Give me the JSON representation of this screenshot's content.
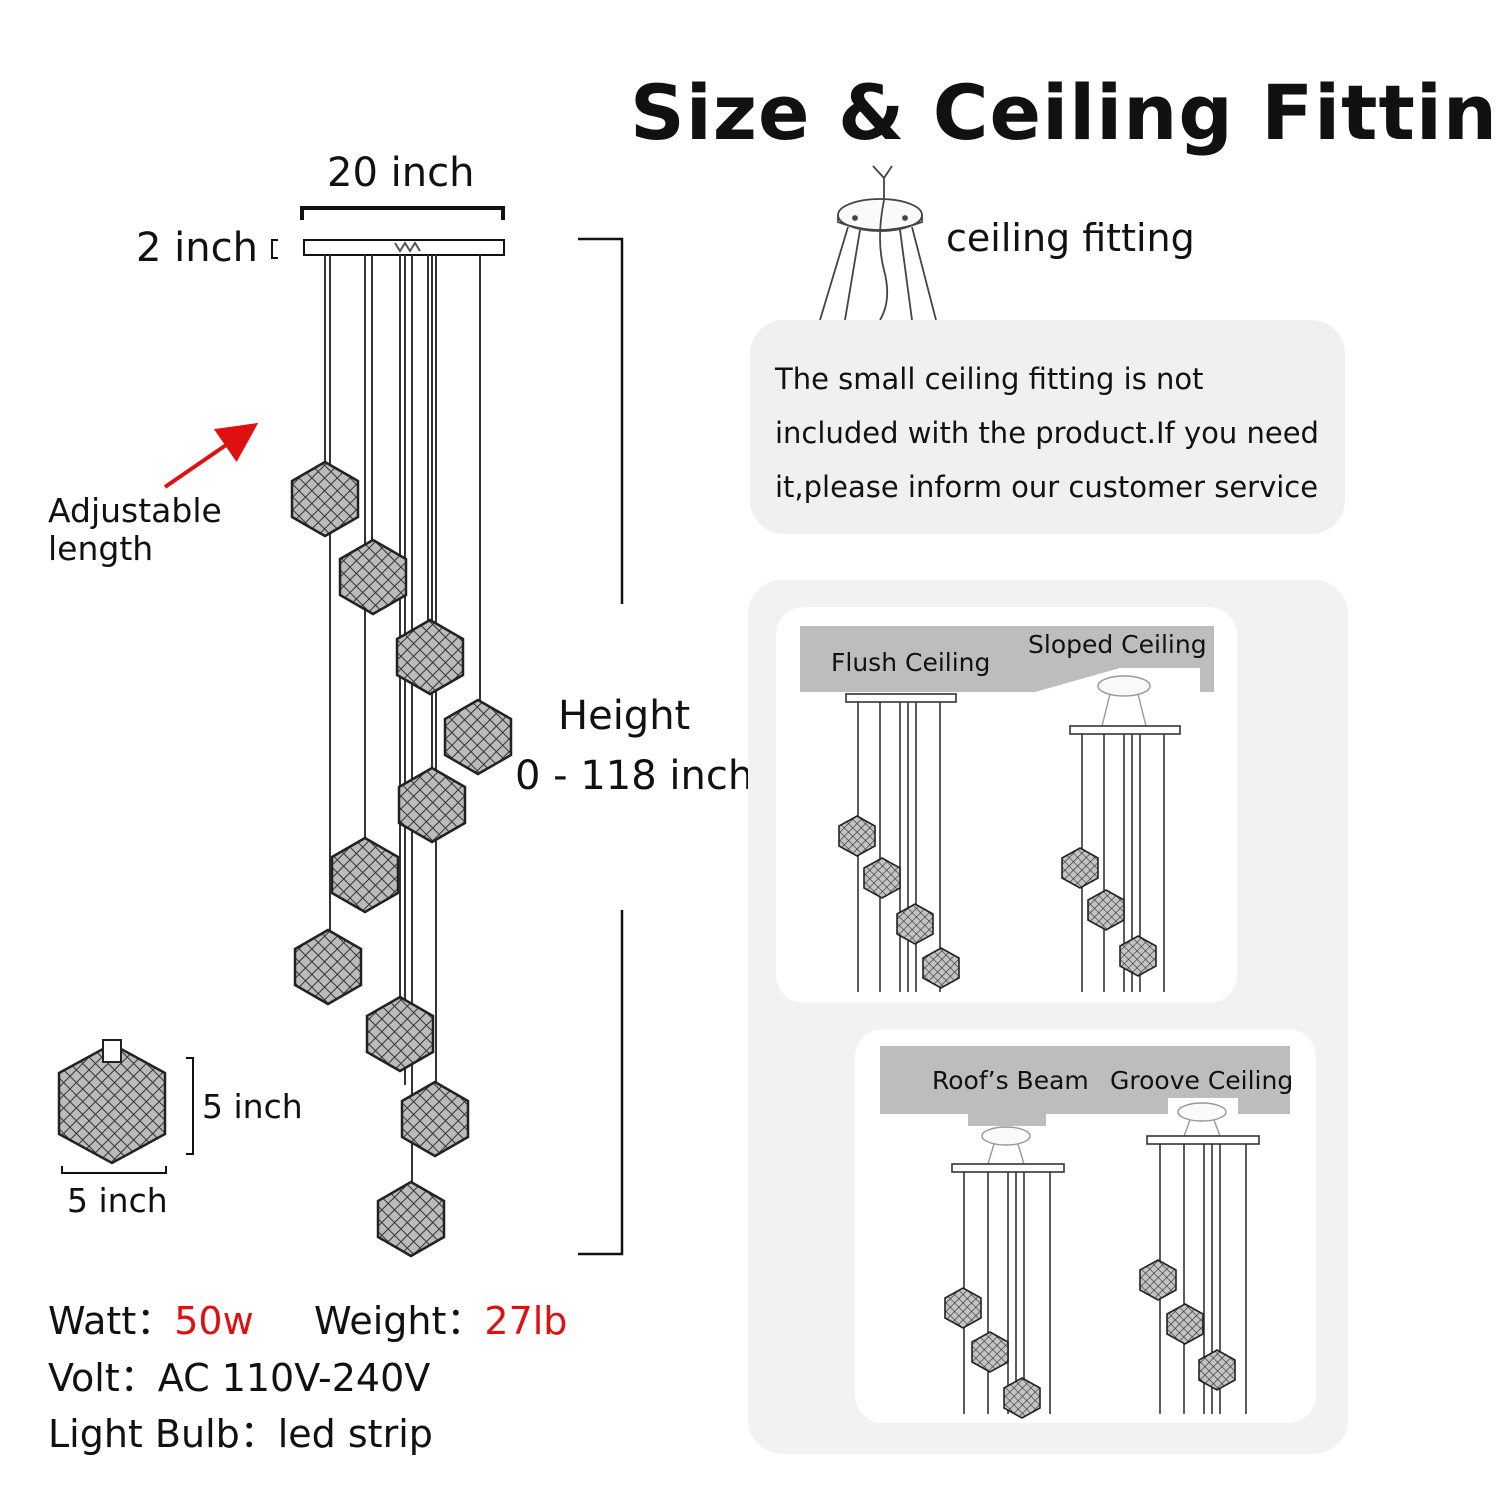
{
  "title": "Size & Ceiling Fitting",
  "dimensions": {
    "width": "20 inch",
    "plate_thickness": "2 inch",
    "adjustable": "Adjustable length",
    "height_label": "Height",
    "height_range": "0 - 118 inch",
    "pendant_height": "5 inch",
    "pendant_width": "5 inch"
  },
  "ceiling_fitting": {
    "label": "ceiling fitting",
    "note": "The small ceiling fitting is not included with the product.If you need it,please inform our customer service"
  },
  "ceiling_types": [
    "Flush Ceiling",
    "Sloped Ceiling",
    "Roof’s Beam",
    "Groove Ceiling"
  ],
  "specs": {
    "watt_label": "Watt：",
    "watt_value": "50w",
    "weight_label": "Weight：",
    "weight_value": "27lb",
    "volt_label": "Volt：",
    "volt_value": "AC 110V-240V",
    "bulb_label": "Light Bulb：",
    "bulb_value": "led strip"
  },
  "colors": {
    "accent_red": "#e01010",
    "panel_gray": "#f2f2f2",
    "ceiling_gray": "#bdbdbd"
  }
}
